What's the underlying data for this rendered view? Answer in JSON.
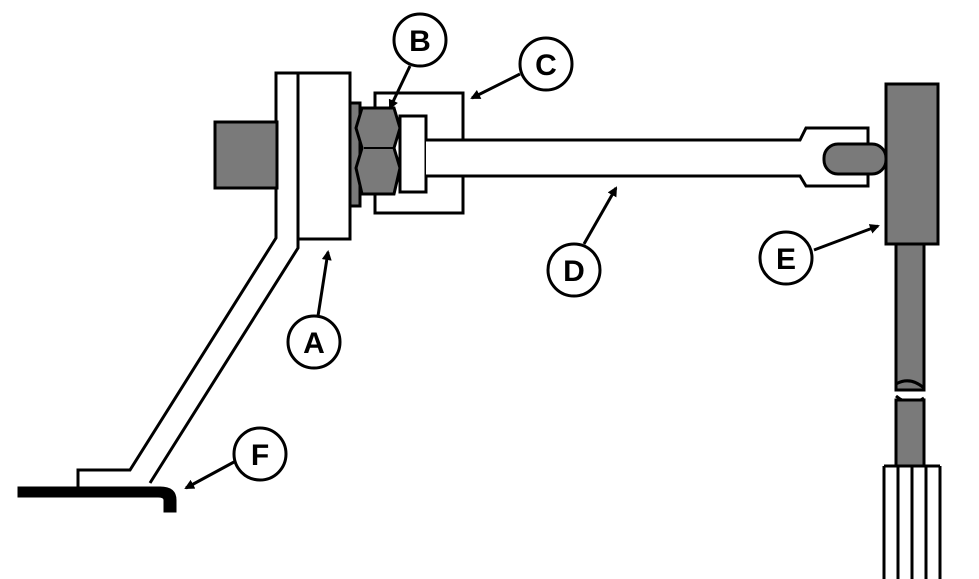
{
  "colors": {
    "line": "#000000",
    "fill_dark": "#7a7a7a",
    "fill_light": "#ffffff",
    "background": "#ffffff"
  },
  "callouts": {
    "a": "A",
    "b": "B",
    "c": "C",
    "d": "D",
    "e": "E",
    "f": "F"
  }
}
